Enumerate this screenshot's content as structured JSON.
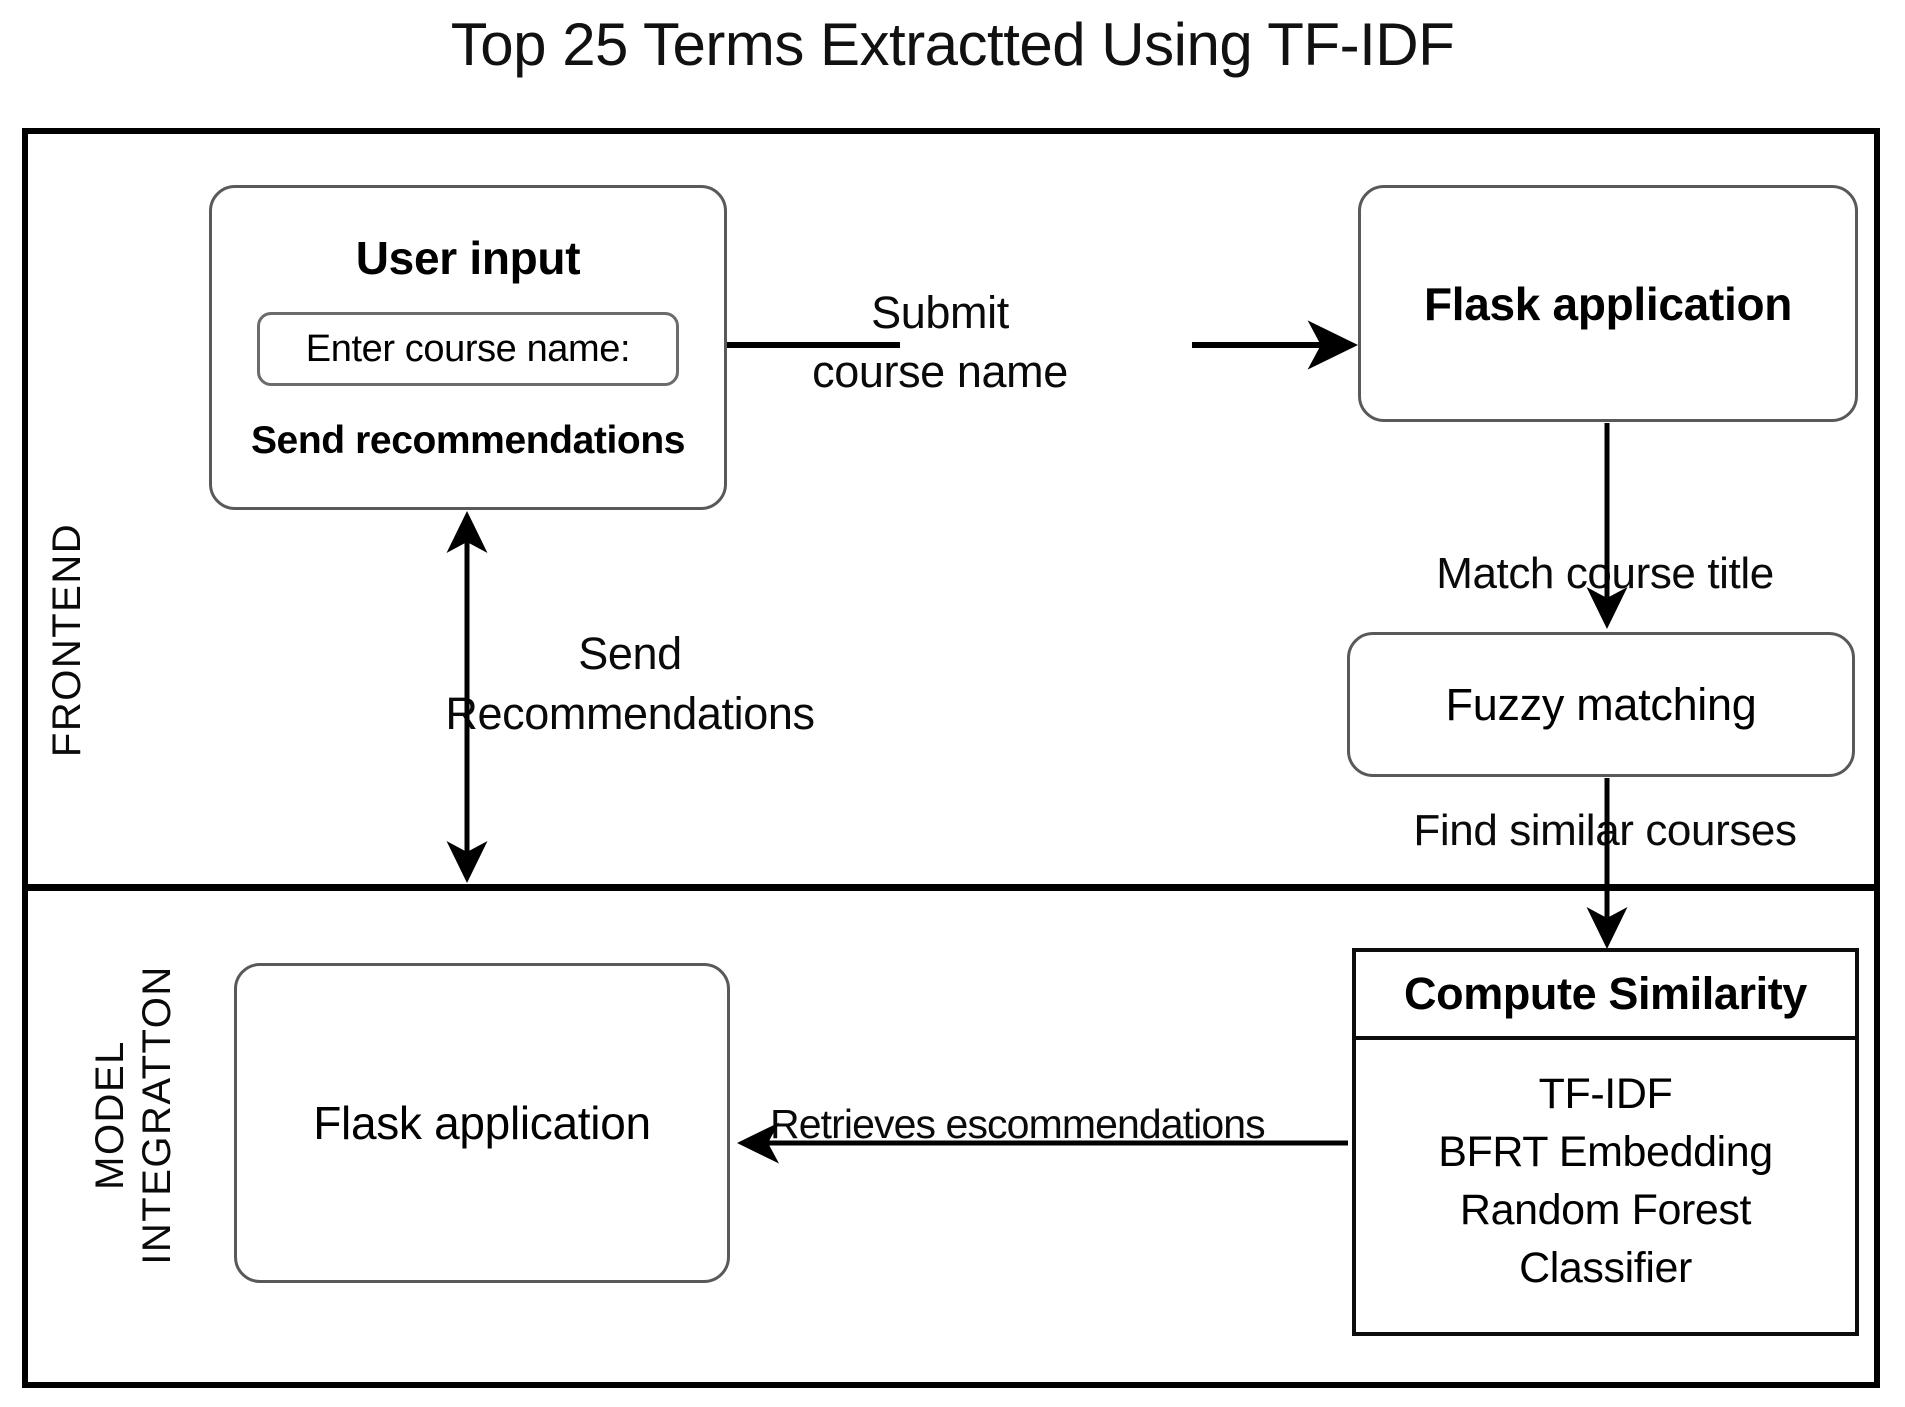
{
  "title": "Top 25 Terms Extractted Using TF-IDF",
  "sections": {
    "frontend_label": "FRONTEND",
    "model_label_line1": "MODEL",
    "model_label_line2": "INTEGRATTON"
  },
  "nodes": {
    "user_input": {
      "title": "User input",
      "input_placeholder": "Enter course name:",
      "button_label": "Send recommendations"
    },
    "flask_top": {
      "label": "Flask application"
    },
    "fuzzy": {
      "label": "Fuzzy matching"
    },
    "flask_bottom": {
      "label": "Flask application"
    },
    "compute": {
      "header": "Compute Similarity",
      "items": [
        "TF-IDF",
        "BFRT Embedding",
        "Random Forest",
        "Classifier"
      ]
    }
  },
  "edges": {
    "submit_line1": "Submit",
    "submit_line2": "course name",
    "send_rec_line1": "Send",
    "send_rec_line2": "Recommendations",
    "match_course_title": "Match course title",
    "find_similar_courses": "Find similar courses",
    "retrieves": "Retrieves escommendations"
  },
  "colors": {
    "frame": "#000000",
    "node_border": "#595959",
    "compute_border": "#0d0d0d",
    "text": "#000000",
    "background": "#ffffff"
  }
}
